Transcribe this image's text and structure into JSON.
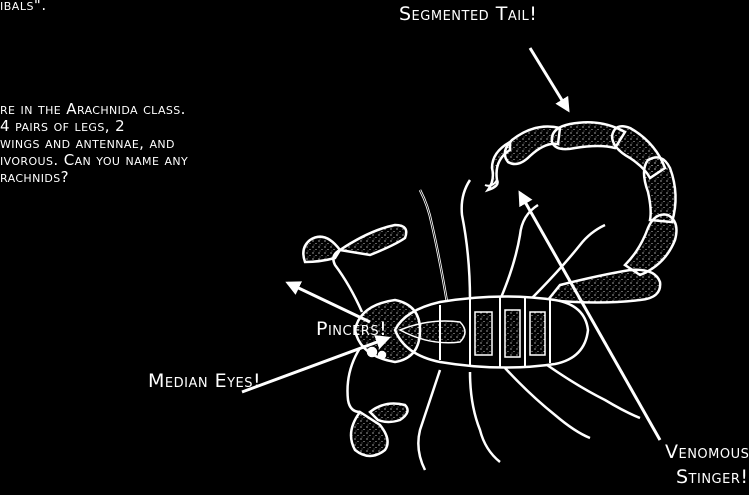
{
  "intro_fragment": "ibals\".",
  "paragraph_lines": [
    "re in the Arachnida class.",
    "4 pairs of legs, 2",
    "wings and antennae, and",
    "ivorous. Can you name any",
    "rachnids?"
  ],
  "labels": {
    "tail": "Segmented Tail!",
    "pincers": "Pincers!",
    "eyes": "Median Eyes!",
    "stinger_line1": "Venomous",
    "stinger_line2": "Stinger!"
  },
  "colors": {
    "background": "#000000",
    "ink": "#ffffff"
  }
}
